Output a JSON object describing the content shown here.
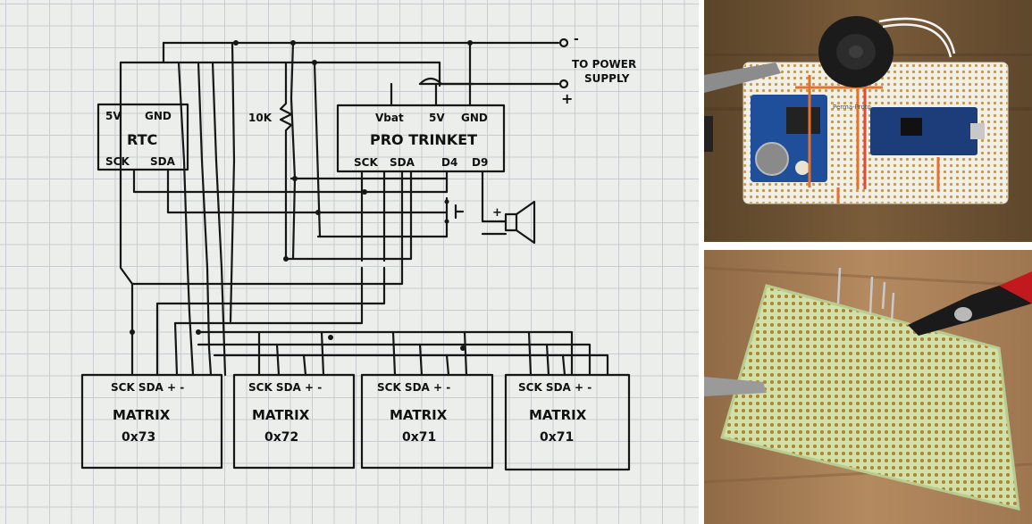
{
  "power": {
    "minus": "-",
    "plus": "+",
    "label_line1": "TO POWER",
    "label_line2": "SUPPLY"
  },
  "resistor": {
    "label": "10K"
  },
  "rtc": {
    "title": "RTC",
    "pin_5v": "5V",
    "pin_gnd": "GND",
    "pin_sck": "SCK",
    "pin_sda": "SDA"
  },
  "trinket": {
    "title": "PRO TRINKET",
    "pin_vbat": "Vbat",
    "pin_5v": "5V",
    "pin_gnd": "GND",
    "pin_sck": "SCK",
    "pin_sda": "SDA",
    "pin_d4": "D4",
    "pin_d9": "D9"
  },
  "speaker": {
    "plus": "+"
  },
  "matrices": [
    {
      "pins": "SCK SDA + -",
      "title": "MATRIX",
      "addr": "0x73"
    },
    {
      "pins": "SCK SDA + -",
      "title": "MATRIX",
      "addr": "0x72"
    },
    {
      "pins": "SCK SDA + -",
      "title": "MATRIX",
      "addr": "0x71"
    },
    {
      "pins": "SCK SDA + -",
      "title": "MATRIX",
      "addr": "0x71"
    }
  ],
  "photos": {
    "board_label": "Perma-Proto"
  },
  "colors": {
    "wood_dark": "#6b5236",
    "wood_light": "#a9805a",
    "pcb_blue": "#1f4f9b",
    "proto_green": "#cfe0a8"
  }
}
